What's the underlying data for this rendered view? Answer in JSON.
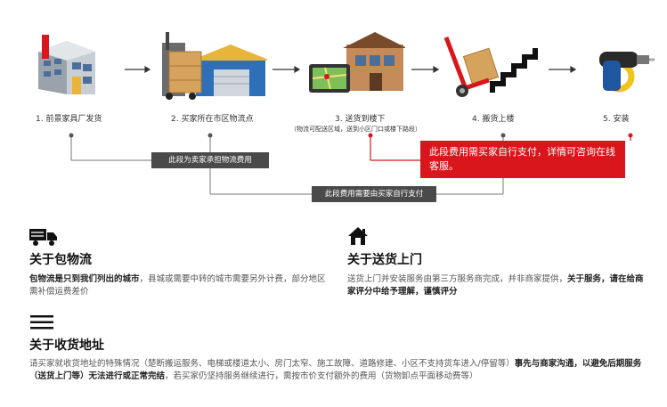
{
  "steps": [
    {
      "label": "1. 前景家具厂发货",
      "icon": "factory-icon"
    },
    {
      "label": "2. 买家所在市区物流点",
      "icon": "warehouse-icon"
    },
    {
      "label": "3. 送货到楼下",
      "icon": "store-map-icon"
    },
    {
      "label": "4. 搬货上楼",
      "icon": "hand-truck-stairs-icon"
    },
    {
      "label": "5. 安装",
      "icon": "drill-icon"
    }
  ],
  "step3_note": "（物流可配送区域，送到小区门口或楼下路段）",
  "bracket_seller_label": "此段为卖家承担物流费用",
  "bracket_buyer_label": "此段费用需要由买家自行支付",
  "red_box_text": "此段费用需买家自行支付，详情可咨询在线客服。",
  "colors": {
    "red": "#d9161b",
    "dark": "#4a4a4a",
    "line": "#777777"
  },
  "sections": {
    "logistics": {
      "icon": "truck-icon",
      "title": "关于包物流",
      "body_bold": "包物流是只到我们列出的城市",
      "body_rest": "，县城或需要中转的城市需要另外计费，部分地区需补偿运费差价"
    },
    "delivery": {
      "icon": "house-icon",
      "title": "关于送货上门",
      "body_start": "送货上门并安装服务由第三方服务商完成，并非商家提供，",
      "body_bold": "关于服务，请在给商家评分中给予理解，谨慎评分"
    },
    "address": {
      "icon": "menu-lines-icon",
      "title": "关于收货地址",
      "body_start": "请买家就收货地址的特殊情况（楚断搬运服务、电梯或楼道太小、房门太窄、施工故障、道路修建、小区不支持货车进入/停留等）",
      "body_bold": "事先与商家沟通，以避免后期服务（送货上门等）无法进行或正常完结",
      "body_end": "，若买家仍坚持服务继续进行，需按市价支付额外的费用（货物卸点平面移动费等）"
    }
  }
}
